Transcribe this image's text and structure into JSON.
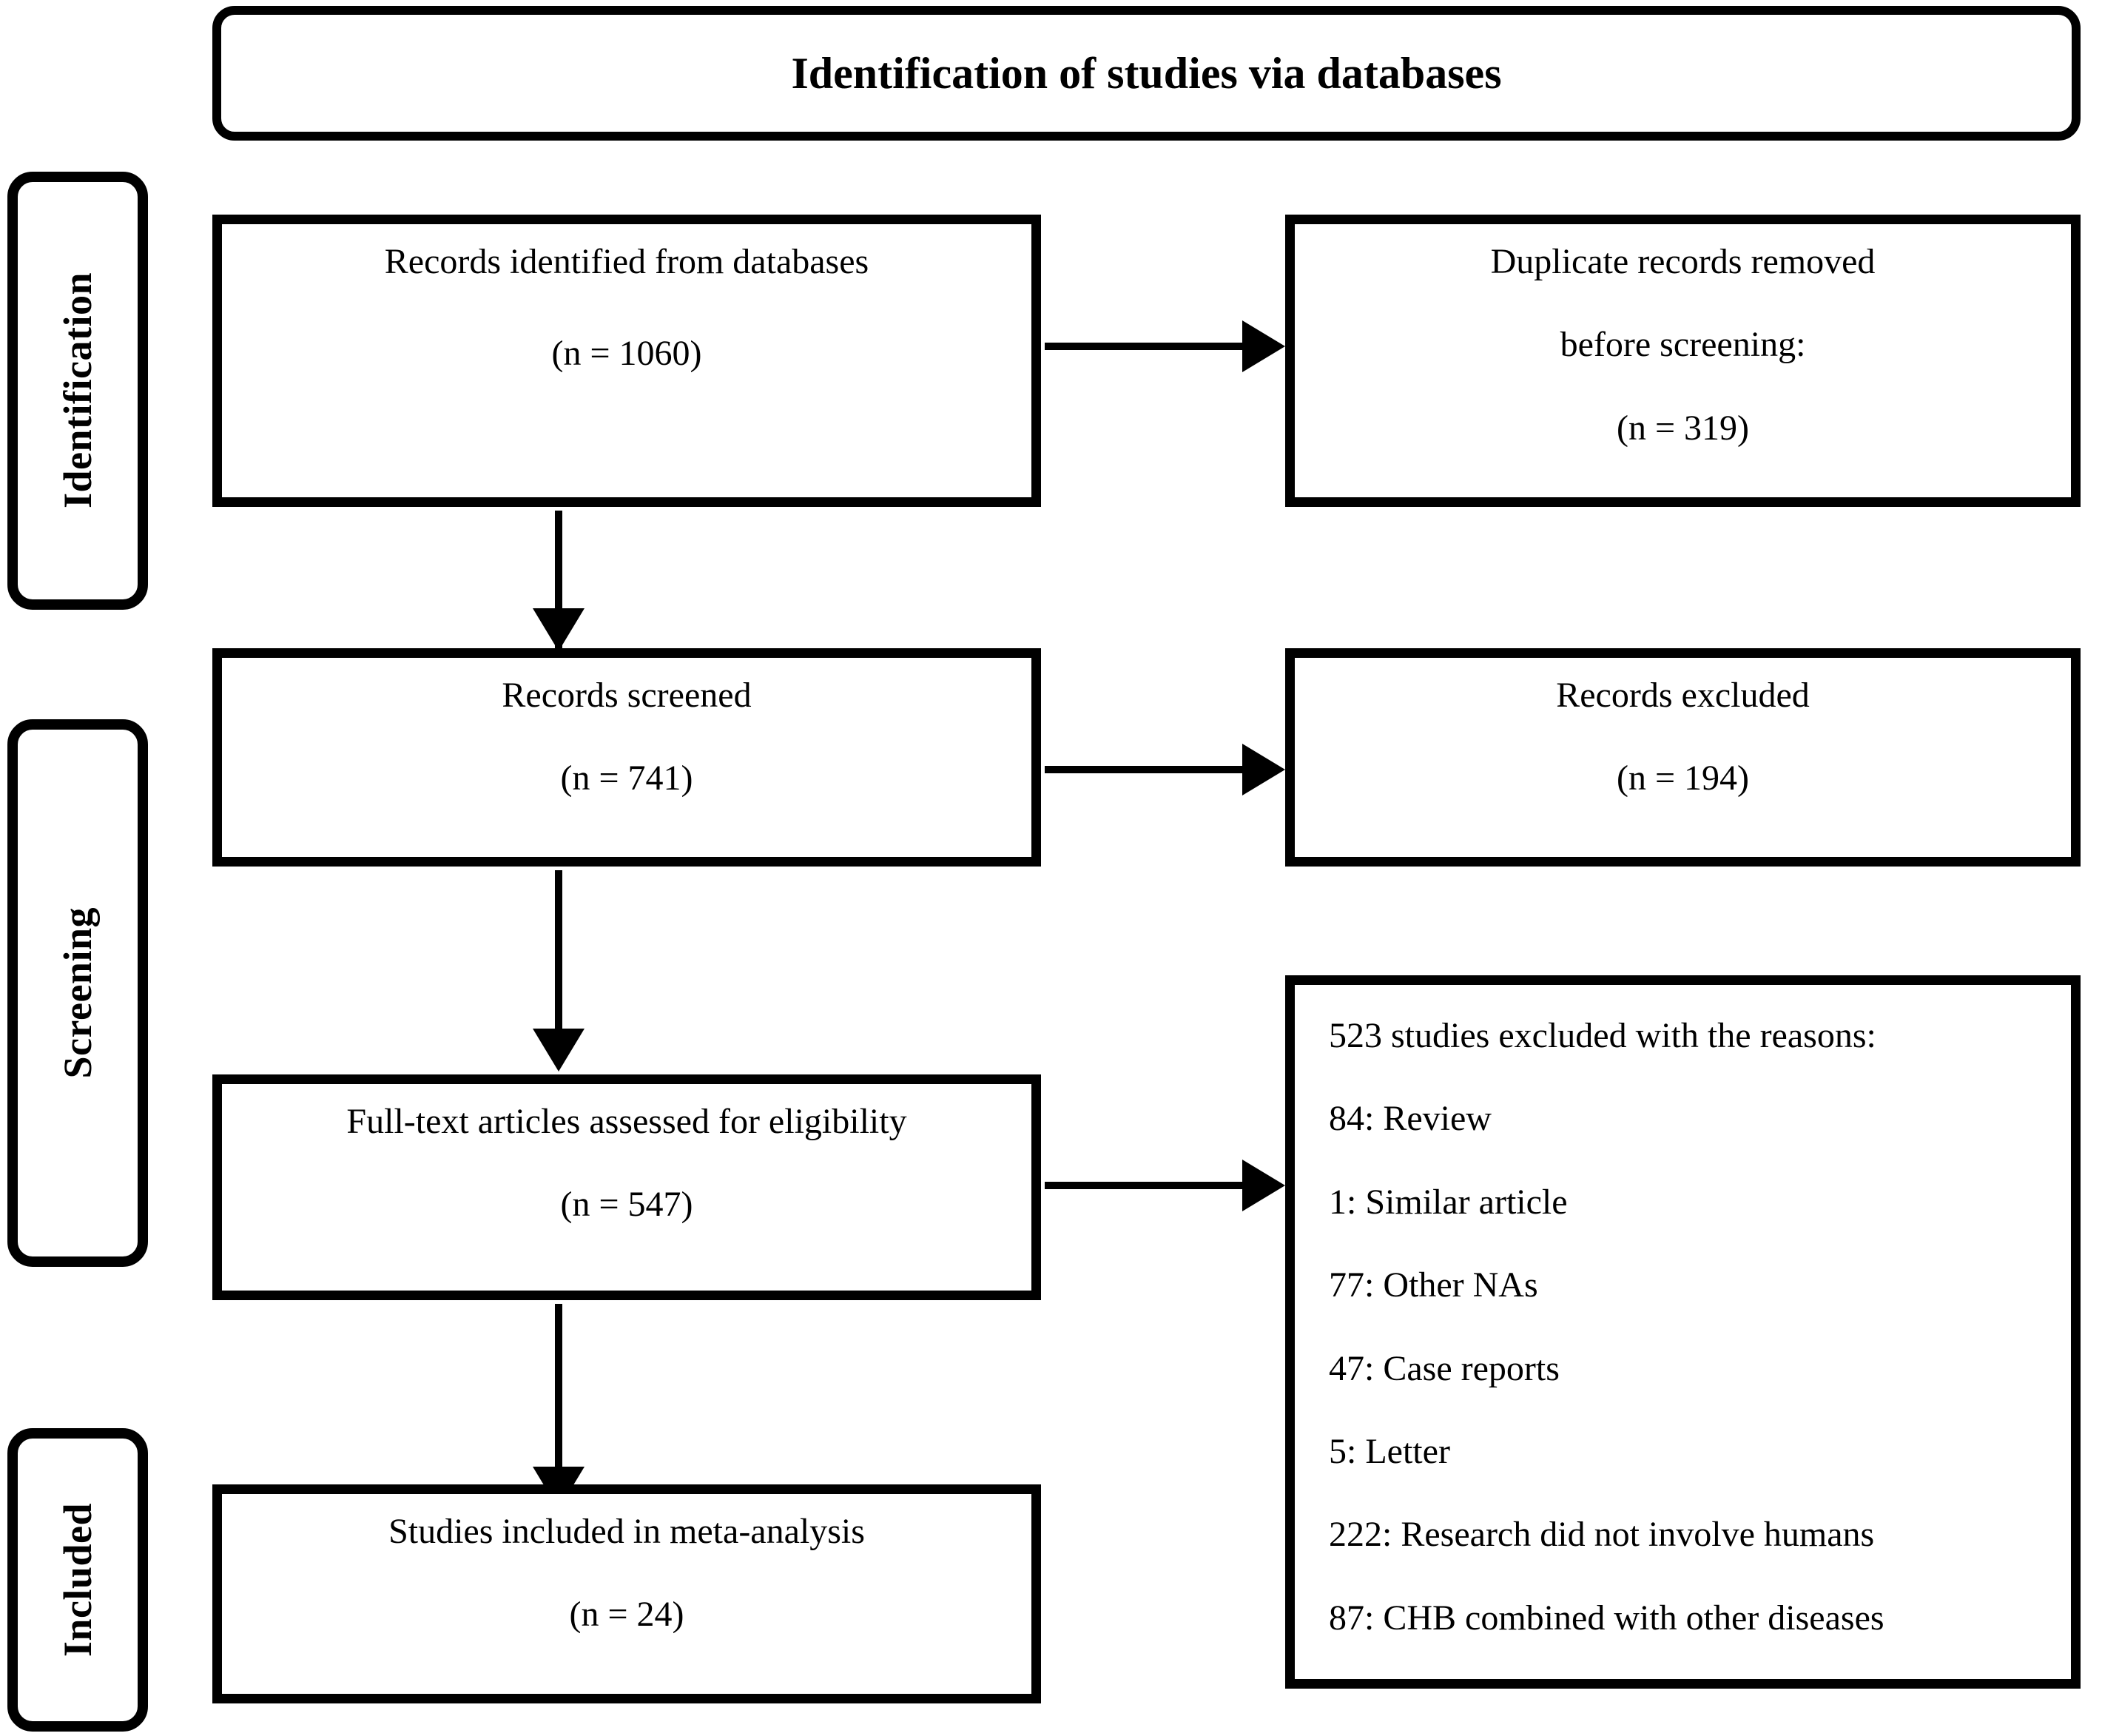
{
  "title": {
    "text": "Identification of studies via databases"
  },
  "phases": [
    {
      "id": "identification",
      "label": "Identification"
    },
    {
      "id": "screening",
      "label": "Screening"
    },
    {
      "id": "included",
      "label": "Included"
    }
  ],
  "nodes": {
    "records_identified": {
      "title": "Records identified from databases",
      "count": "(n = 1060)"
    },
    "duplicates_removed": {
      "title": "Duplicate records removed",
      "subtitle": "before screening:",
      "count": "(n = 319)"
    },
    "records_screened": {
      "title": "Records screened",
      "count": "(n = 741)"
    },
    "records_excluded": {
      "title": "Records excluded",
      "count": "(n = 194)"
    },
    "fulltext_assessed": {
      "title": "Full-text articles assessed for eligibility",
      "count": "(n = 547)"
    },
    "studies_included": {
      "title": "Studies included in meta-analysis",
      "count": "(n = 24)"
    },
    "exclusion_reasons": {
      "heading": "523 studies excluded with the reasons:",
      "items": [
        "84: Review",
        "1: Similar article",
        "77: Other NAs",
        "47: Case reports",
        "5: Letter",
        "222: Research did not involve humans",
        "87: CHB combined with other diseases"
      ]
    }
  },
  "colors": {
    "stroke": "#000000",
    "background": "#ffffff"
  }
}
